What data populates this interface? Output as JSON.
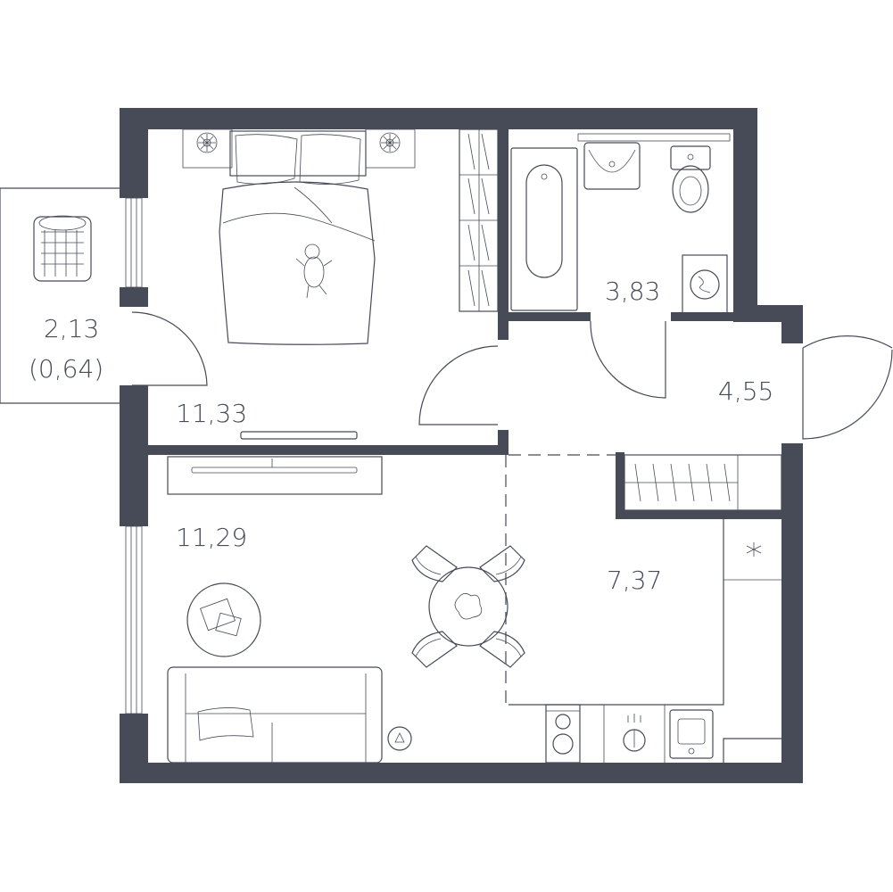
{
  "colors": {
    "wall": "#474b57",
    "background": "#ffffff"
  },
  "rooms": [
    {
      "id": "balcony",
      "area": "2,13",
      "sub": "(0,64)"
    },
    {
      "id": "bedroom",
      "area": "11,33"
    },
    {
      "id": "bathroom",
      "area": "3,83"
    },
    {
      "id": "hall",
      "area": "4,55"
    },
    {
      "id": "living",
      "area": "11,29"
    },
    {
      "id": "kitchen",
      "area": "7,37"
    }
  ],
  "icons": [
    "bed-icon",
    "teddy-bear-icon",
    "bathtub-icon",
    "sink-icon",
    "toilet-icon",
    "washing-machine-icon",
    "wardrobe-icon",
    "tv-icon",
    "dining-table-icon",
    "sofa-icon",
    "coffee-table-icon",
    "laundry-basket-icon",
    "stove-icon",
    "kitchen-sink-icon",
    "fridge-icon",
    "nightstand-lamp-icon"
  ]
}
